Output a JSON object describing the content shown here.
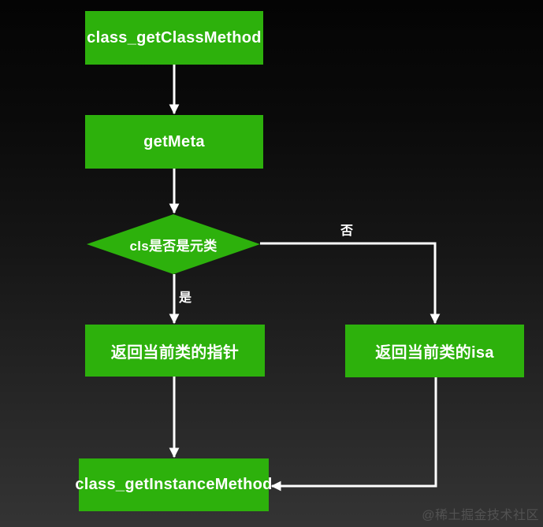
{
  "colors": {
    "background_top": "#040404",
    "background_bottom": "#343434",
    "node_fill": "#2db10c",
    "node_text": "#ffffff",
    "edge_color": "#ffffff",
    "watermark_color": "#525252"
  },
  "flowchart": {
    "type": "flowchart",
    "nodes": {
      "start": {
        "label": "class_getClassMethod",
        "shape": "rectangle"
      },
      "get_meta": {
        "label": "getMeta",
        "shape": "rectangle"
      },
      "decision": {
        "label": "cls是否是元类",
        "shape": "diamond"
      },
      "return_pointer": {
        "label": "返回当前类的指针",
        "shape": "rectangle"
      },
      "return_isa": {
        "label": "返回当前类的isa",
        "shape": "rectangle"
      },
      "end": {
        "label": "class_getInstanceMethod",
        "shape": "rectangle"
      }
    },
    "edges": [
      {
        "from": "start",
        "to": "get_meta",
        "label": ""
      },
      {
        "from": "get_meta",
        "to": "decision",
        "label": ""
      },
      {
        "from": "decision",
        "to": "return_pointer",
        "label": "是"
      },
      {
        "from": "decision",
        "to": "return_isa",
        "label": "否"
      },
      {
        "from": "return_pointer",
        "to": "end",
        "label": ""
      },
      {
        "from": "return_isa",
        "to": "end",
        "label": ""
      }
    ],
    "edge_labels": {
      "yes": "是",
      "no": "否"
    }
  },
  "watermark": {
    "text": "@稀土掘金技术社区"
  }
}
